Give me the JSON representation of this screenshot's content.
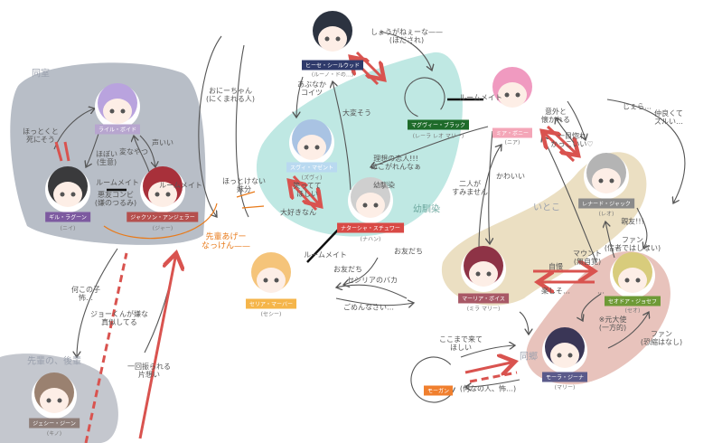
{
  "title": "相関図",
  "groups": [
    {
      "name": "同室",
      "color": "#b8bec7"
    },
    {
      "name": "先輩の、後輩",
      "color": "#c4c7ce"
    },
    {
      "name": "幼馴染",
      "color": "#bfe8e3"
    },
    {
      "name": "いとこ",
      "color": "#ebdfc2"
    },
    {
      "name": "同郷",
      "color": "#e8c3bc"
    }
  ],
  "characters": [
    {
      "id": "top",
      "label": "ヒーセ・シールウッド",
      "sub": "(ルーノ・ドの…)",
      "hair": "#2c3340",
      "label_color": "#2f3a6b"
    },
    {
      "id": "purple",
      "label": "ライル・ボイド",
      "sub": "",
      "hair": "#b9a3de",
      "label_color": "#b7a5cf"
    },
    {
      "id": "glasses",
      "label": "ギル・ラグーン",
      "sub": "(ニイ)",
      "hair": "#3a3a3c",
      "label_color": "#7d5aa0"
    },
    {
      "id": "red",
      "label": "ジャクソン・アンジェラー",
      "sub": "(ジャー)",
      "hair": "#a8303a",
      "label_color": "#b5504e"
    },
    {
      "id": "blue",
      "label": "スヴィ・マゼント",
      "sub": "(ズヴィ)",
      "hair": "#a9c3e3",
      "label_color": "#b9d9f0"
    },
    {
      "id": "silver",
      "label": "ナターシャ・スチュワー",
      "sub": "(ナハン)",
      "hair": "#cfcfcf",
      "label_color": "#d94a46"
    },
    {
      "id": "loop",
      "label": "マグヴィー・ブラック",
      "sub": "(レーラ レオ マリー)",
      "hair": "",
      "label_color": "#1e6b2a"
    },
    {
      "id": "pink",
      "label": "ミア・ボニー",
      "sub": "(ニア)",
      "hair": "#f09ac0",
      "label_color": "#f4a6b8"
    },
    {
      "id": "grey",
      "label": "レナード・ジャック",
      "sub": "(レオ)",
      "hair": "#b4b4b4",
      "label_color": "#8a8a8a"
    },
    {
      "id": "yellow",
      "label": "セリア・マーバー",
      "sub": "(セシー)",
      "hair": "#f5c47a",
      "label_color": "#f5b54a"
    },
    {
      "id": "maroon",
      "label": "マーリア・ボイス",
      "sub": "(ミラ マリー)",
      "hair": "#8e3346",
      "label_color": "#a85866"
    },
    {
      "id": "blonde",
      "label": "セオドア・ジョセフ",
      "sub": "(セオ)",
      "hair": "#d8cc7c",
      "label_color": "#6e9a36"
    },
    {
      "id": "navy",
      "label": "モーラ・ジーナ",
      "sub": "(マリー)",
      "hair": "#3a3656",
      "label_color": "#5a5a8a"
    },
    {
      "id": "brown",
      "label": "ジェシー・ジーン",
      "sub": "(キノ)",
      "hair": "#9a8170",
      "label_color": "#8e7d78"
    },
    {
      "id": "morgan",
      "label": "モーガン",
      "sub": "",
      "hair": "",
      "label_color": "#f07f2e"
    }
  ],
  "annotations": [
    "しょうがねぇーな——\n(ほだされ)",
    "おにーちゃん\n(にくまれる人)",
    "ほっとくと\n死にそう",
    "ほぼい\n(生意)",
    "変なやつ",
    "声いい",
    "ルームメイト",
    "悪友コンビ\n(嫌のつるみ)",
    "先輩あげー\nなっけん——",
    "ほっとけない\n妹分",
    "あぶなか\nコイツ",
    "大変そう",
    "ルームメイト",
    "理想の恋人!!!\nあこがれんなぁ",
    "大好きなん",
    "笑ってて\nほしい",
    "ルームメイト",
    "ルームメイト",
    "幼馴染",
    "二人が\nすみません",
    "かわいい",
    "一目惚れ\nかっこいい♡",
    "意外と\n懐かれる",
    "じぇら…",
    "仲良くて\nズルい…",
    "親友!!!",
    "マウント\n(無自覚)",
    "ファン\n(信者ではしない)",
    "お友だち",
    "お友だち",
    "セシリアのバカ",
    "ごめんなさい…",
    "自慢",
    "楽しそ…",
    "※元大使\n(一方的)",
    "ファン\n(恐縮はなし)",
    "ここまで来て\nほしい",
    "(何なの人、怖…)",
    "何この子\n怖…",
    "ジョーくんが嫌な\n真似してる",
    "一回振られる\n片想い",
    "いとこ",
    "同郷",
    "…"
  ]
}
